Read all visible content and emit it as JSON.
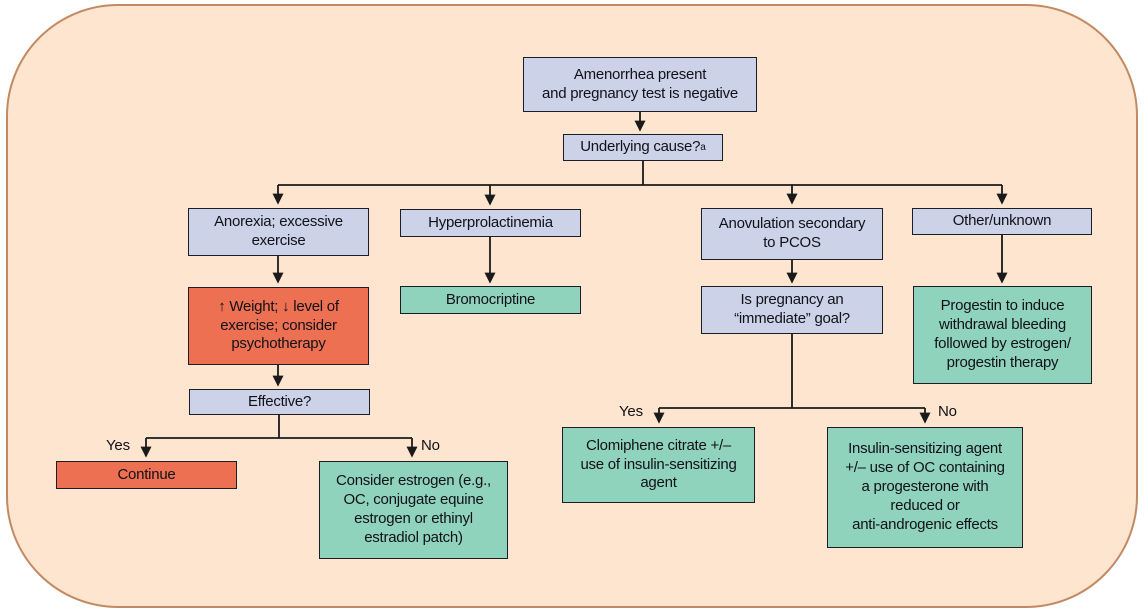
{
  "diagram": {
    "title": "Amenorrhea management flowchart",
    "nodes": {
      "amenorrhea": {
        "text": "Amenorrhea present\nand pregnancy test is negative"
      },
      "underlying_cause": {
        "text": "Underlying cause?",
        "footnote_marker": "a"
      },
      "anorexia": {
        "text": "Anorexia; excessive\nexercise"
      },
      "hyperprolactinemia": {
        "text": "Hyperprolactinemia"
      },
      "anovulation_pcos": {
        "text": "Anovulation secondary\nto PCOS"
      },
      "other_unknown": {
        "text": "Other/unknown"
      },
      "weight_exercise": {
        "text": "↑ Weight; ↓ level of\nexercise; consider\npsychotherapy"
      },
      "bromocriptine": {
        "text": "Bromocriptine"
      },
      "pregnancy_goal": {
        "text": "Is pregnancy an\n“immediate” goal?"
      },
      "progestin": {
        "text": "Progestin to induce\nwithdrawal bleeding\nfollowed by estrogen/\nprogestin therapy"
      },
      "effective": {
        "text": "Effective?"
      },
      "continue": {
        "text": "Continue"
      },
      "consider_estrogen": {
        "text": "Consider estrogen (e.g.,\nOC, conjugate equine\nestrogen or ethinyl\nestradiol patch)"
      },
      "clomiphene": {
        "text": "Clomiphene citrate +/–\nuse of insulin-sensitizing\nagent"
      },
      "insulin_sensitizing": {
        "text": "Insulin-sensitizing agent\n+/– use of OC containing\na progesterone with\nreduced or\nanti-androgenic effects"
      }
    },
    "labels": {
      "effective_yes": "Yes",
      "effective_no": "No",
      "pregnancy_yes": "Yes",
      "pregnancy_no": "No"
    },
    "colors": {
      "background": "#fde5d0",
      "frame_border": "#c28a62",
      "question_fill": "#ccd3e9",
      "treatment_fill": "#90d3bc",
      "alert_fill": "#ee7053",
      "box_border": "#1d1d28",
      "line": "#1a1a1a"
    }
  }
}
